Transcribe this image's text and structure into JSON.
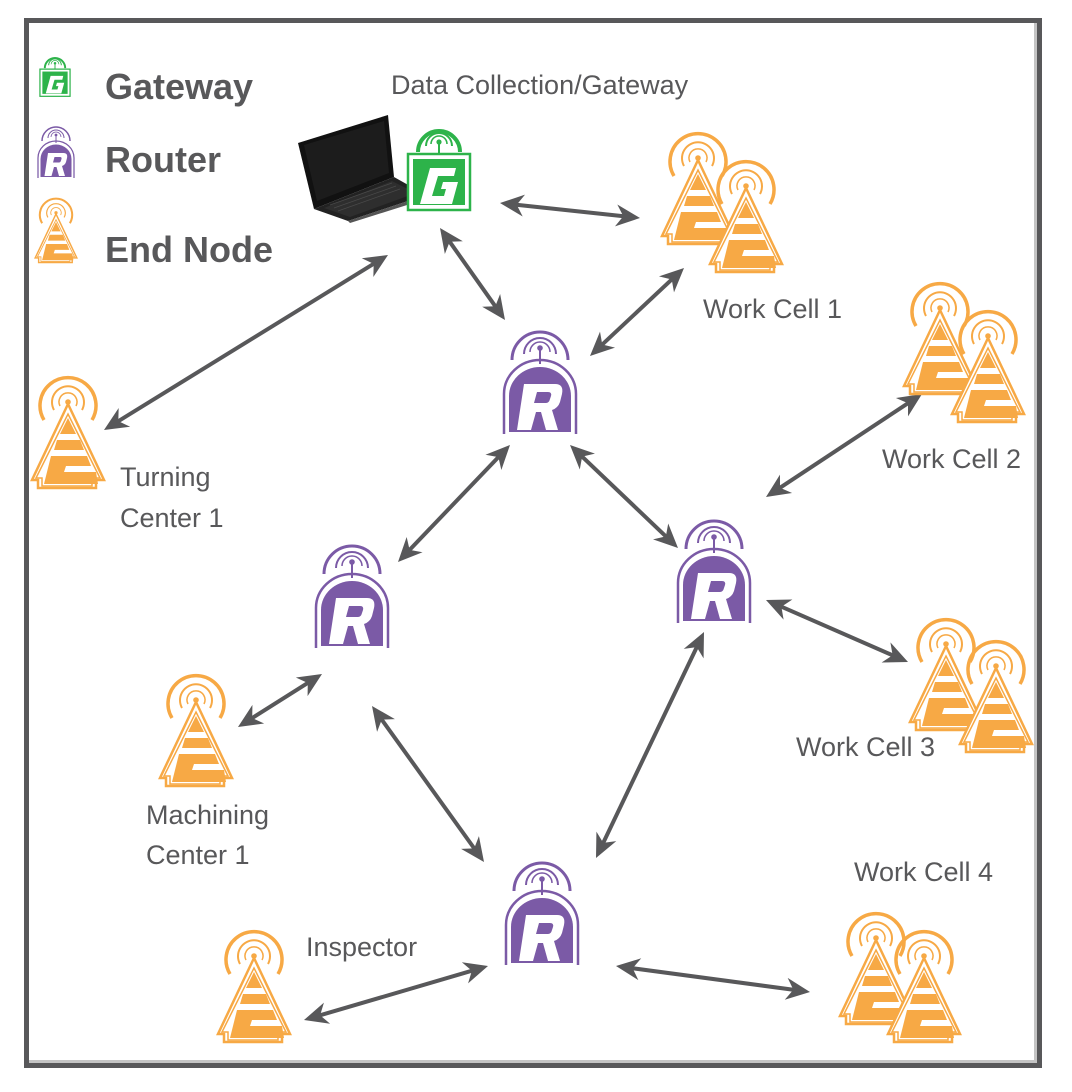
{
  "colors": {
    "gateway": "#2db34a",
    "router": "#7b5aa6",
    "end_node": "#f7a945",
    "arrow": "#58585a",
    "text": "#58585a",
    "frame": "#58585a"
  },
  "legend": [
    {
      "type": "gateway",
      "icon": "gateway-icon",
      "letter": "G",
      "label": "Gateway"
    },
    {
      "type": "router",
      "icon": "router-icon",
      "letter": "R",
      "label": "Router"
    },
    {
      "type": "end_node",
      "icon": "end-node-icon",
      "letter": "E",
      "label": "End Node"
    }
  ],
  "nodes": [
    {
      "id": "gateway",
      "type": "gateway",
      "label": "Data Collection/Gateway",
      "has_laptop": true
    },
    {
      "id": "router1",
      "type": "router",
      "label": ""
    },
    {
      "id": "router2",
      "type": "router",
      "label": ""
    },
    {
      "id": "router3",
      "type": "router",
      "label": ""
    },
    {
      "id": "router4",
      "type": "router",
      "label": ""
    },
    {
      "id": "wc1",
      "type": "end_node_pair",
      "label": "Work Cell 1"
    },
    {
      "id": "wc2",
      "type": "end_node_pair",
      "label": "Work Cell 2"
    },
    {
      "id": "wc3",
      "type": "end_node_pair",
      "label": "Work Cell 3"
    },
    {
      "id": "wc4",
      "type": "end_node_pair",
      "label": "Work Cell 4"
    },
    {
      "id": "tc1",
      "type": "end_node",
      "label_lines": [
        "Turning",
        "Center 1"
      ]
    },
    {
      "id": "mc1",
      "type": "end_node",
      "label_lines": [
        "Machining",
        "Center 1"
      ]
    },
    {
      "id": "insp",
      "type": "end_node",
      "label": "Inspector"
    }
  ],
  "links": [
    [
      "gateway",
      "wc1"
    ],
    [
      "gateway",
      "tc1"
    ],
    [
      "gateway",
      "router1"
    ],
    [
      "router1",
      "wc1"
    ],
    [
      "router1",
      "router2"
    ],
    [
      "router1",
      "router3"
    ],
    [
      "router3",
      "wc2"
    ],
    [
      "router3",
      "wc3"
    ],
    [
      "router2",
      "mc1"
    ],
    [
      "router2",
      "router4"
    ],
    [
      "router3",
      "router4"
    ],
    [
      "router4",
      "insp"
    ],
    [
      "router4",
      "wc4"
    ]
  ]
}
